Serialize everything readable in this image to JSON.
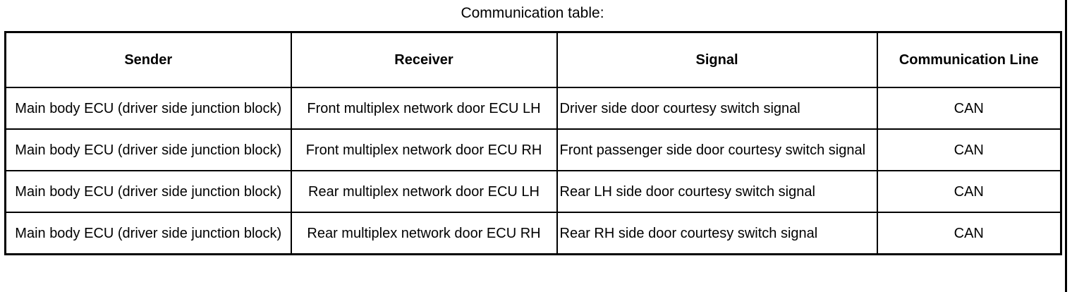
{
  "caption": "Communication table:",
  "table": {
    "headers": [
      "Sender",
      "Receiver",
      "Signal",
      "Communication Line"
    ],
    "rows": [
      [
        "Main body ECU (driver side junction block)",
        "Front multiplex network door ECU LH",
        "Driver side door courtesy switch signal",
        "CAN"
      ],
      [
        "Main body ECU (driver side junction block)",
        "Front multiplex network door ECU RH",
        "Front passenger side door courtesy switch signal",
        "CAN"
      ],
      [
        "Main body ECU (driver side junction block)",
        "Rear multiplex network door ECU LH",
        "Rear LH side door courtesy switch signal",
        "CAN"
      ],
      [
        "Main body ECU (driver side junction block)",
        "Rear multiplex network door ECU RH",
        "Rear RH side door courtesy switch signal",
        "CAN"
      ]
    ]
  }
}
